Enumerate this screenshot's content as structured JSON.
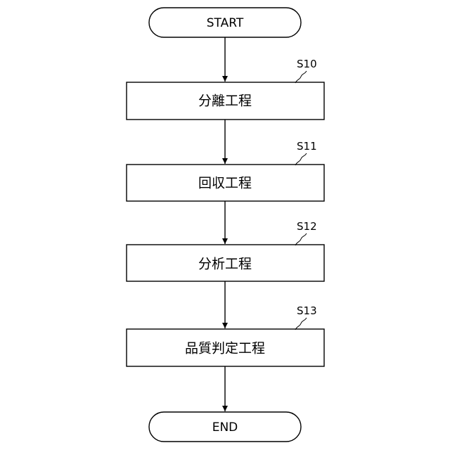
{
  "flowchart": {
    "start_label": "START",
    "end_label": "END",
    "steps": [
      {
        "id": "S10",
        "label": "分離工程"
      },
      {
        "id": "S11",
        "label": "回収工程"
      },
      {
        "id": "S12",
        "label": "分析工程"
      },
      {
        "id": "S13",
        "label": "品質判定工程"
      }
    ]
  }
}
